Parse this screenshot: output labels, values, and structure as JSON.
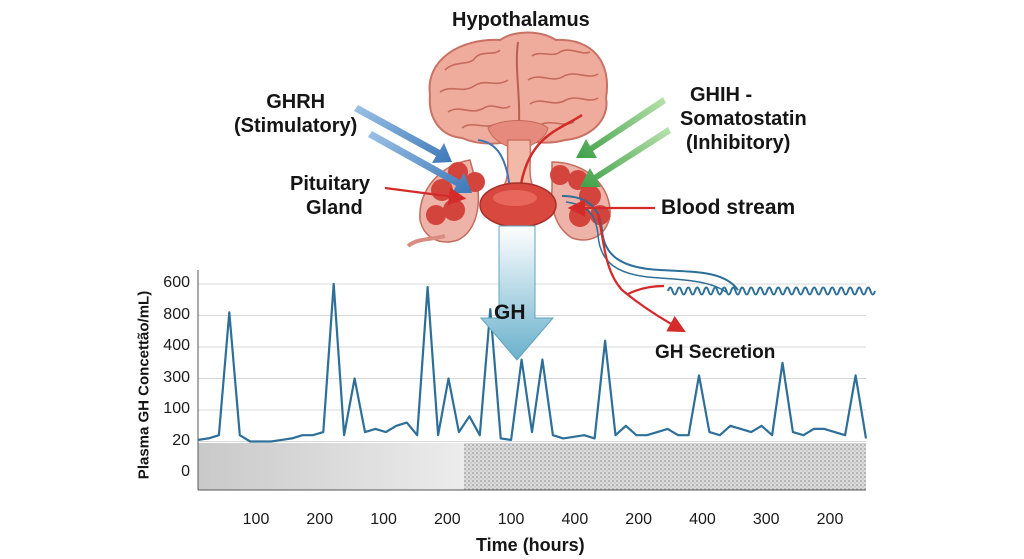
{
  "labels": {
    "hypothalamus": "Hypothalamus",
    "ghrh_line1": "GHRH",
    "ghrh_line2": "(Stimulatory)",
    "ghih_line1": "GHIH -",
    "ghih_line2": "Somatostatin",
    "ghih_line3": "(Inhibitory)",
    "pituitary_line1": "Pituitary",
    "pituitary_line2": "Gland",
    "blood_stream": "Blood stream",
    "gh": "GH",
    "gh_secretion": "GH Secretion"
  },
  "colors": {
    "brain": "#eeaa9c",
    "gland": "#d9483f",
    "stimulatory_arrow": "#5b8fc8",
    "inhibitory_arrow": "#6cbf5c",
    "gh_arrow": "#6fb3cc",
    "plot_line": "#2d6f99",
    "red_arrow": "#d42a2a"
  },
  "chart_data": {
    "type": "line",
    "title": "",
    "xlabel": "Time (hours)",
    "ylabel": "Plasma GH Concettão/mL)",
    "ytick_labels": [
      "0",
      "20",
      "100",
      "300",
      "400",
      "800",
      "600"
    ],
    "xtick_labels": [
      "100",
      "200",
      "100",
      "200",
      "100",
      "400",
      "200",
      "400",
      "300",
      "200"
    ],
    "note": "The y-axis tick labels are non-uniform as printed; values are given in tick-index units (0 = '0', 6 = '600').",
    "series": [
      {
        "values_tick_index": [
          1.05,
          1.1,
          1.2,
          5.1,
          1.2,
          1.0,
          1.0,
          1.0,
          1.05,
          1.1,
          1.2,
          1.2,
          1.3,
          6.0,
          1.2,
          3.0,
          1.3,
          1.4,
          1.3,
          1.5,
          1.6,
          1.2,
          5.9,
          1.2,
          3.0,
          1.3,
          1.8,
          1.2,
          5.2,
          1.1,
          1.05,
          3.6,
          1.3,
          3.6,
          1.2,
          1.1,
          1.15,
          1.2,
          1.1,
          4.2,
          1.2,
          1.5,
          1.2,
          1.2,
          1.3,
          1.4,
          1.2,
          1.2,
          3.1,
          1.3,
          1.2,
          1.5,
          1.4,
          1.3,
          1.5,
          1.2,
          3.5,
          1.3,
          1.2,
          1.4,
          1.4,
          1.3,
          1.2,
          3.1,
          1.1
        ]
      }
    ]
  }
}
